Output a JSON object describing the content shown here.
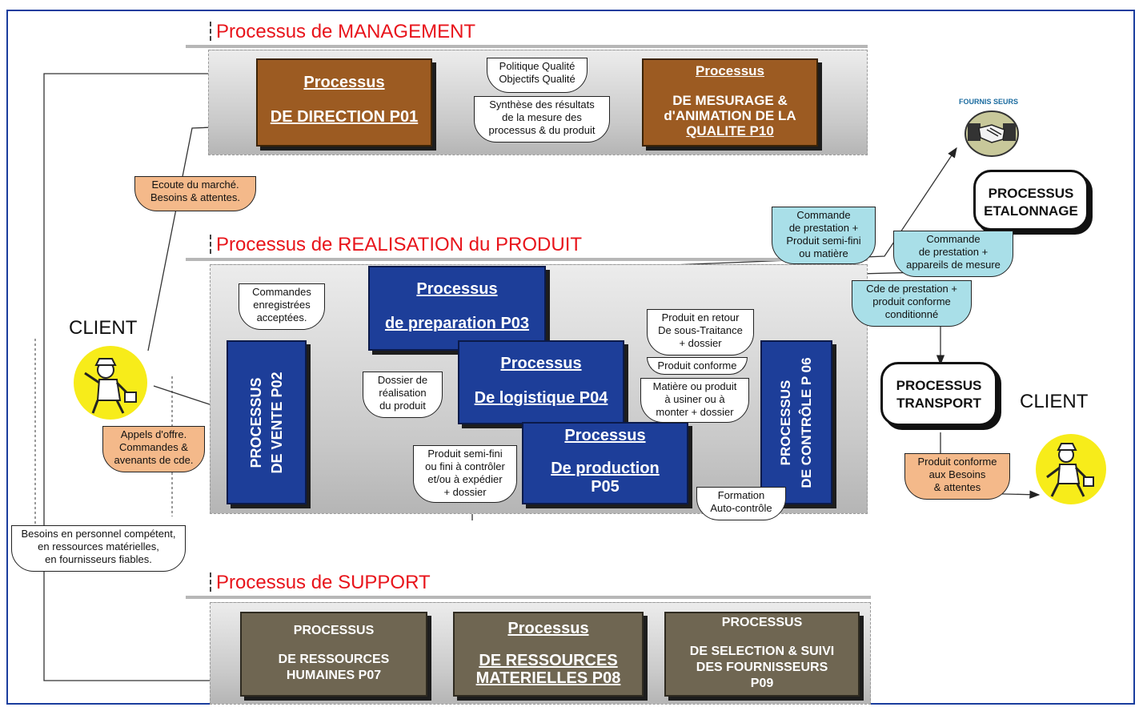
{
  "sections": {
    "management": "Processus de MANAGEMENT",
    "realisation": "Processus de REALISATION du PRODUIT",
    "support": "Processus de SUPPORT"
  },
  "management": {
    "p01": {
      "line1": "Processus",
      "line2": "DE DIRECTION P01"
    },
    "p10": {
      "line1": "Processus",
      "line2": "DE MESURAGE &",
      "line3": "d'ANIMATION DE LA",
      "line4": "QUALITE P10"
    },
    "note_politique": "Politique Qualité\nObjectifs Qualité",
    "note_synthese": "Synthèse des résultats\nde la mesure des\nprocessus & du produit"
  },
  "realisation": {
    "p03": {
      "line1": "Processus",
      "line2": "de preparation P03"
    },
    "p04": {
      "line1": "Processus",
      "line2": "De logistique P04"
    },
    "p05": {
      "line1": "Processus",
      "line2": "De production",
      "line3": "P05"
    },
    "p02": {
      "line1": "PROCESSUS",
      "line2": "DE VENTE P02"
    },
    "p06": {
      "line1": "PROCESSUS",
      "line2": "DE CONTRÔLE P 06"
    },
    "note_commandes": "Commandes\nenregistrées\nacceptées.",
    "note_dossier": "Dossier de\nréalisation\ndu produit",
    "note_semi_fini": "Produit semi-fini\nou fini à contrôler\net/ou à expédier\n+ dossier",
    "note_retour": "Produit en retour\nDe sous-Traitance\n+ dossier",
    "note_conforme": "Produit conforme",
    "note_matiere": "Matière ou produit\nà usiner ou à\nmonter + dossier",
    "note_formation": "Formation\nAuto-contrôle"
  },
  "external": {
    "fournisseurs": "FOURNIS SEURS",
    "etalonnage": "PROCESSUS\nETALONNAGE",
    "transport": "PROCESSUS\nTRANSPORT",
    "client_left": "CLIENT",
    "client_right": "CLIENT",
    "note_commande_prestation": "Commande\nde prestation +\nProduit semi-fini\nou matière",
    "note_commande_mesure": "Commande\nde prestation +\nappareils de mesure",
    "note_cde_prestation": "Cde de prestation +\nproduit conforme\nconditionné",
    "note_ecoute": "Ecoute du marché.\nBesoins & attentes.",
    "note_appels": "Appels d'offre.\nCommandes &\navenants de cde.",
    "note_produit_conforme_client": "Produit conforme\naux Besoins\n& attentes",
    "note_besoins": "Besoins en personnel compétent,\nen ressources matérielles,\nen fournisseurs fiables."
  },
  "support": {
    "p07": {
      "line1": "PROCESSUS",
      "line2": "DE RESSOURCES",
      "line3": "HUMAINES P07"
    },
    "p08": {
      "line1": "Processus",
      "line2": "DE RESSOURCES",
      "line3": "MATERIELLES P08"
    },
    "p09": {
      "line1": "PROCESSUS",
      "line2": "DE SELECTION & SUIVI",
      "line3": "DES FOURNISSEURS",
      "line4": "P09"
    }
  },
  "colors": {
    "section_title": "#e8141b",
    "management_box": "#9c5b22",
    "realisation_box": "#1d3e99",
    "support_box": "#6f6652",
    "note_orange": "#f4b98a",
    "note_cyan": "#a9dfe8",
    "frame": "#1a3d9e"
  },
  "icons": [
    "handshake-icon",
    "client-figure-icon"
  ]
}
